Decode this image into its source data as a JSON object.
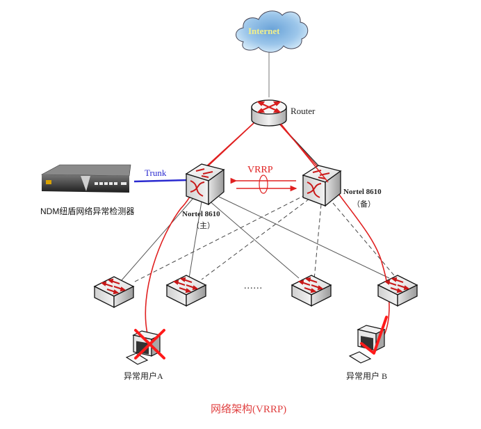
{
  "diagram": {
    "title": "网络架构(VRRP)",
    "colors": {
      "active_path": "#e02020",
      "trunk": "#2a2ad0",
      "link": "#555555",
      "cloud_text": "#f3f08a"
    },
    "nodes": {
      "internet": {
        "label": "Internet",
        "icon": "cloud-icon"
      },
      "router": {
        "label": "Router",
        "icon": "router-icon"
      },
      "primary_switch": {
        "label": "Nortel 8610",
        "role": "（主）",
        "icon": "core-switch-icon"
      },
      "backup_switch": {
        "label": "Nortel 8610",
        "role": "（备）",
        "icon": "core-switch-icon"
      },
      "ndm": {
        "label": "NDM纽盾网络异常检测器",
        "icon": "appliance-icon"
      },
      "access_switches": [
        {
          "icon": "access-switch-icon"
        },
        {
          "icon": "access-switch-icon"
        },
        {
          "icon": "access-switch-icon"
        },
        {
          "icon": "access-switch-icon"
        }
      ],
      "ellipsis": "......",
      "user_a": {
        "label": "异常用户A",
        "status": "blocked",
        "icon": "computer-icon",
        "mark": "x-mark-icon"
      },
      "user_b": {
        "label": "异常用户 B",
        "status": "allowed",
        "icon": "computer-icon",
        "mark": "check-mark-icon"
      }
    },
    "links": {
      "trunk_label": "Trunk",
      "vrrp_label": "VRRP"
    }
  }
}
